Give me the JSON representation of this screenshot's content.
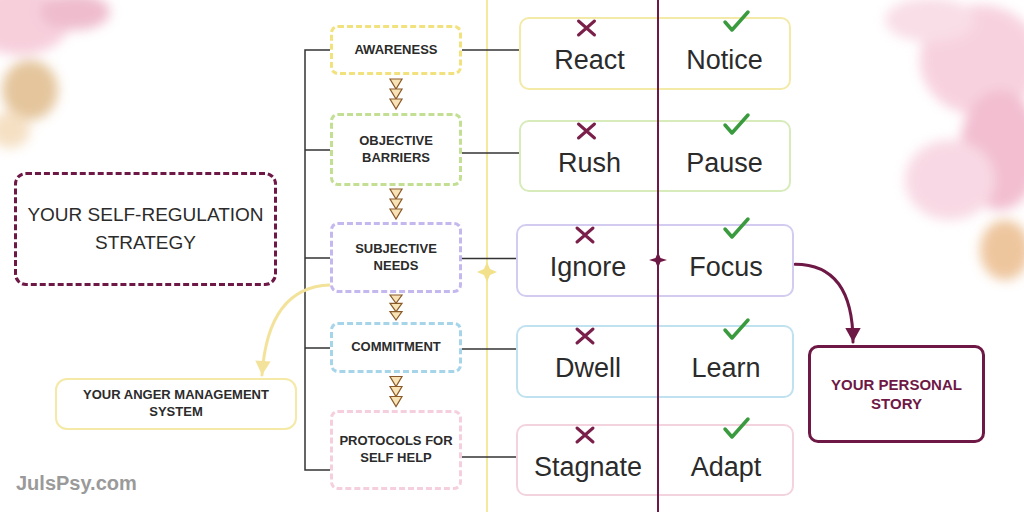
{
  "diagram": {
    "nodes": [
      {
        "text": [
          "YOUR SELF-REGULATION STRATEGY"
        ]
      },
      {
        "text": [
          "AWARENESS"
        ]
      },
      {
        "text": [
          "OBJECTIVE BARRIERS"
        ]
      },
      {
        "text": [
          "SUBJECTIVE NEEDS"
        ]
      },
      {
        "text": [
          "COMMITMENT"
        ]
      },
      {
        "text": [
          "PROTOCOLS FOR SELF HELP"
        ]
      },
      {
        "text": [
          "React",
          "Notice"
        ]
      },
      {
        "text": [
          "Rush",
          "Pause"
        ]
      },
      {
        "text": [
          "Ignore",
          "Focus"
        ]
      },
      {
        "text": [
          "Dwell",
          "Learn"
        ]
      },
      {
        "text": [
          "Stagnate",
          "Adapt"
        ]
      },
      {
        "text": [
          "YOUR ANGER MANAGEMENT SYSTEM"
        ]
      },
      {
        "text": [
          "YOUR PERSONAL STORY"
        ]
      }
    ],
    "edges": [
      {
        "from": 1,
        "to": 2,
        "arrow": "to"
      },
      {
        "from": 2,
        "to": 3,
        "arrow": "to"
      },
      {
        "from": 3,
        "to": 4,
        "arrow": "to"
      },
      {
        "from": 4,
        "to": 5,
        "arrow": "to"
      },
      {
        "from": 1,
        "to": 6,
        "arrow": "none"
      },
      {
        "from": 2,
        "to": 7,
        "arrow": "none"
      },
      {
        "from": 3,
        "to": 8,
        "arrow": "none"
      },
      {
        "from": 4,
        "to": 9,
        "arrow": "none"
      },
      {
        "from": 5,
        "to": 10,
        "arrow": "none"
      },
      {
        "from": 3,
        "to": 11,
        "arrow": "to"
      },
      {
        "from": 8,
        "to": 12,
        "arrow": "to"
      }
    ],
    "labels": [
      "JulsPsy.com"
    ]
  }
}
